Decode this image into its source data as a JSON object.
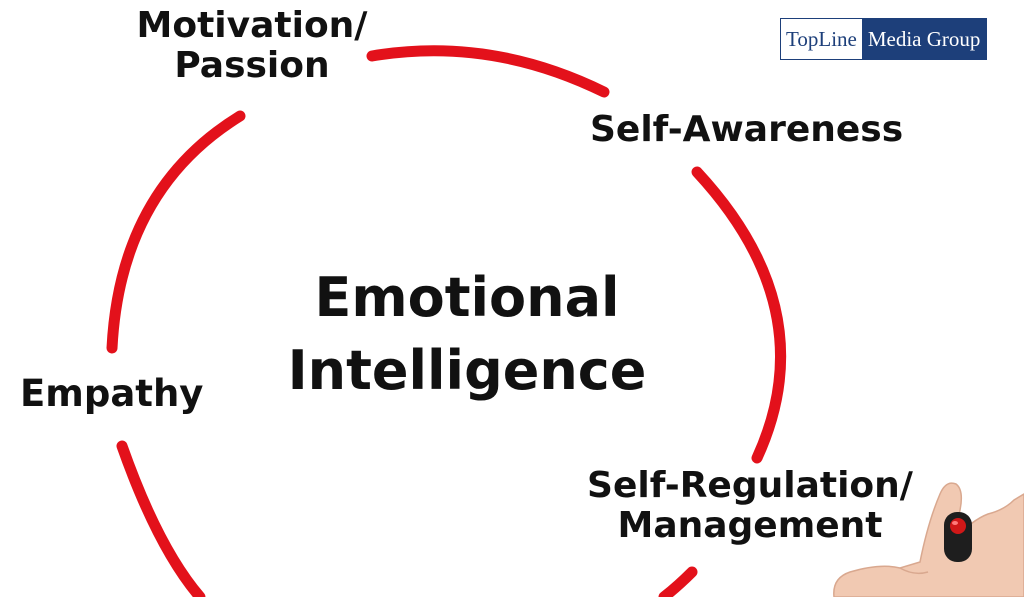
{
  "diagram": {
    "center_line1": "Emotional",
    "center_line2": "Intelligence",
    "nodes": {
      "motivation_line1": "Motivation/",
      "motivation_line2": "Passion",
      "self_awareness": "Self-Awareness",
      "empathy": "Empathy",
      "self_regulation_line1": "Self-Regulation/",
      "self_regulation_line2": "Management"
    },
    "arc_color": "#e3111b"
  },
  "logo": {
    "left_text": "TopLine",
    "right_text": "Media Group",
    "brand_color": "#1d3f7a"
  }
}
